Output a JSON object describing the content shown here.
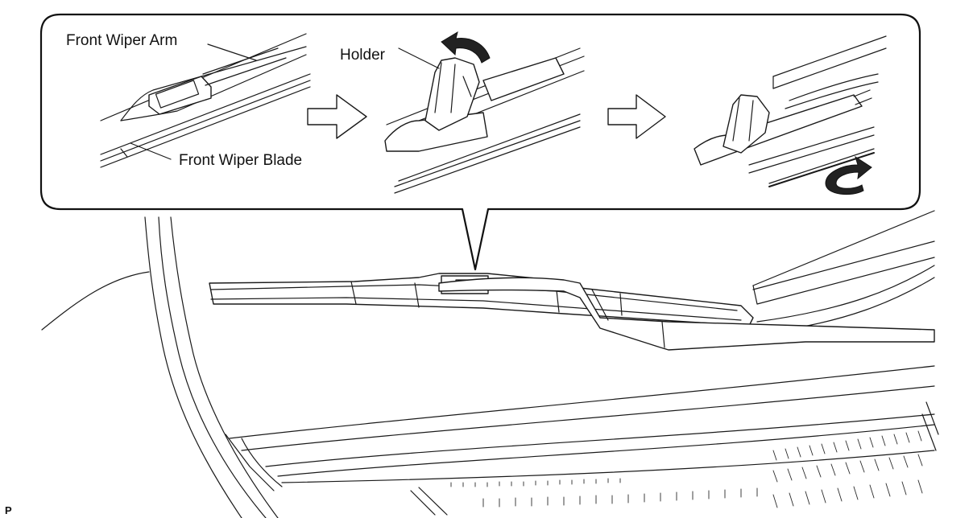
{
  "labels": {
    "front_wiper_arm": "Front Wiper Arm",
    "front_wiper_blade": "Front Wiper Blade",
    "holder": "Holder"
  },
  "page_mark": "P",
  "icons": [
    "step-arrow-icon",
    "rotate-arrow-icon",
    "slide-arrow-icon"
  ]
}
